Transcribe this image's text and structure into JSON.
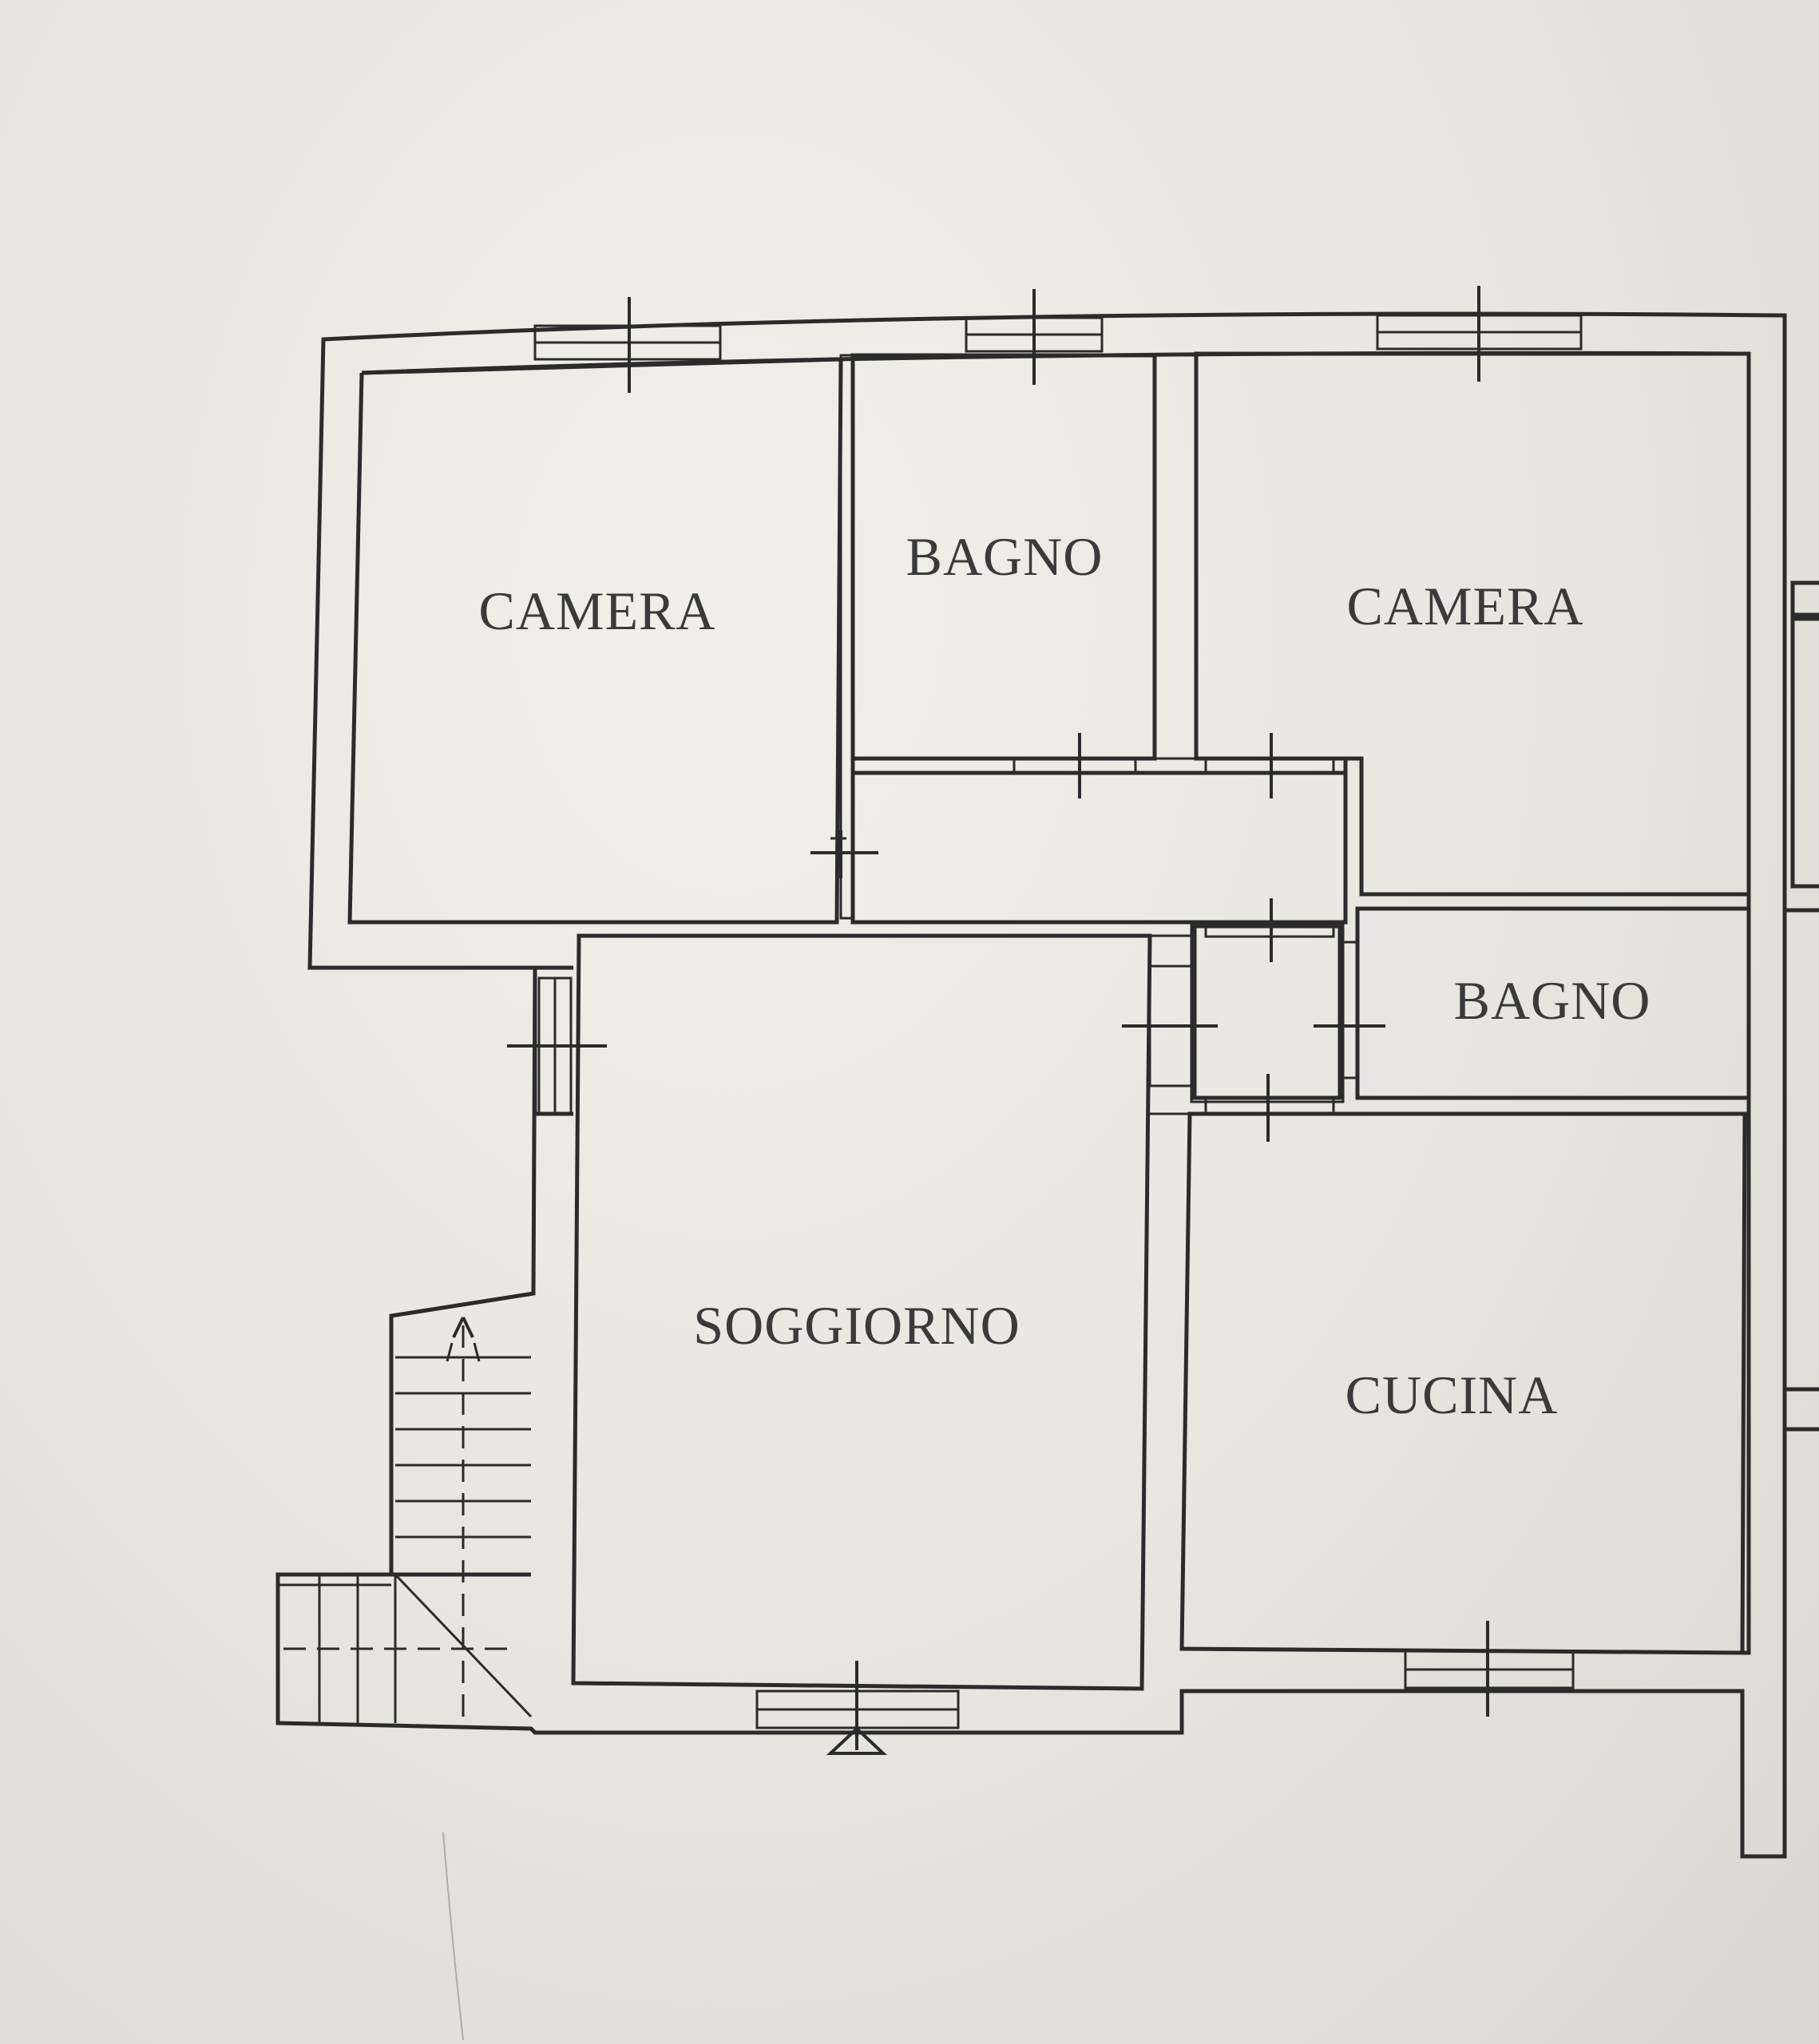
{
  "floorplan": {
    "rooms": [
      {
        "id": "camera-left",
        "label": "CAMERA"
      },
      {
        "id": "bagno-top",
        "label": "BAGNO"
      },
      {
        "id": "camera-right",
        "label": "CAMERA"
      },
      {
        "id": "bagno-right",
        "label": "BAGNO"
      },
      {
        "id": "soggiorno",
        "label": "SOGGIORNO"
      },
      {
        "id": "cucina",
        "label": "CUCINA"
      }
    ],
    "colors": {
      "paper": "#ebe9e4",
      "ink": "#2b2b2b",
      "label": "#3a3a3a"
    }
  }
}
